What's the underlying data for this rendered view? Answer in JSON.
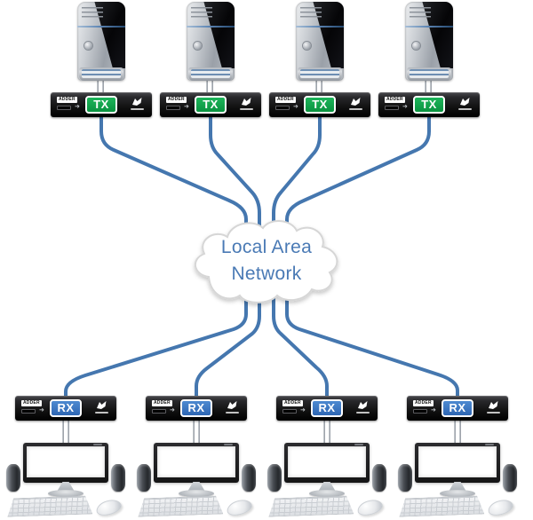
{
  "diagram": {
    "cloud": {
      "label_line1": "Local Area",
      "label_line2": "Network",
      "text_color": "#4a7ab5",
      "fill": "#ffffff",
      "outline": "#d6d6d6"
    },
    "transmitter": {
      "badge": "TX",
      "badge_color": "#0fa24c",
      "brand": "ADDER",
      "count": 4
    },
    "receiver": {
      "badge": "RX",
      "badge_color": "#3b78c3",
      "brand": "ADDER",
      "count": 4
    },
    "cable_color": "#4577af",
    "icons": {
      "slot_arrow": "➜",
      "brand_logo": "adder-viper-head"
    }
  }
}
